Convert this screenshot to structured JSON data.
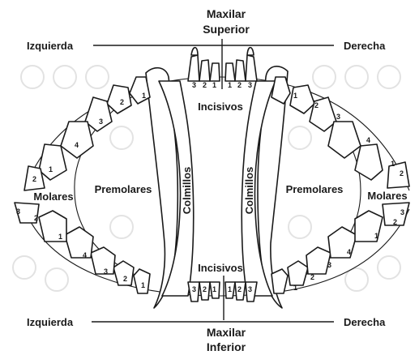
{
  "titles": {
    "upper_line1": "Maxilar",
    "upper_line2": "Superior",
    "lower_line1": "Maxilar",
    "lower_line2": "Inferior"
  },
  "sides": {
    "top_left": "Izquierda",
    "top_right": "Derecha",
    "bottom_left": "Izquierda",
    "bottom_right": "Derecha"
  },
  "regions": {
    "incisors_upper": "Incisivos",
    "incisors_lower": "Incisivos",
    "canine_left": "Colmillos",
    "canine_right": "Colmillos",
    "premolars_left": "Premolares",
    "premolars_right": "Premolares",
    "molars_left": "Molares",
    "molars_right": "Molares"
  },
  "tooth_numbers": {
    "upper_left_premolars": [
      "1",
      "2",
      "3",
      "4"
    ],
    "upper_left_molars": [
      "1",
      "2"
    ],
    "upper_right_premolars": [
      "1",
      "2",
      "3",
      "4"
    ],
    "upper_right_molars": [
      "1",
      "2"
    ],
    "lower_left_premolars": [
      "1",
      "2",
      "3",
      "4"
    ],
    "lower_left_molars": [
      "1",
      "2",
      "3"
    ],
    "lower_right_premolars": [
      "1",
      "2",
      "3",
      "4"
    ],
    "lower_right_molars": [
      "1",
      "2",
      "3"
    ],
    "upper_incisors": [
      "3",
      "2",
      "1",
      "1",
      "2",
      "3"
    ],
    "lower_incisors": [
      "3",
      "2",
      "1",
      "1",
      "2",
      "3"
    ]
  }
}
